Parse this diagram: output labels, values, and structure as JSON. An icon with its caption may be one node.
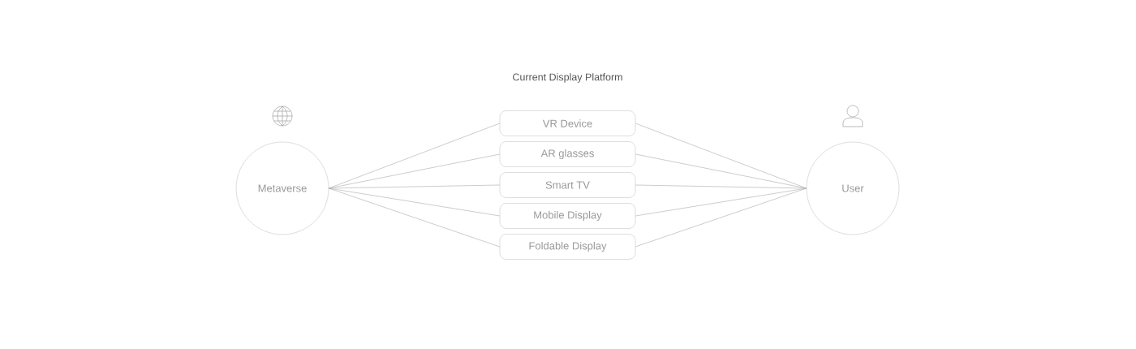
{
  "diagram": {
    "title": "Current Display Platform",
    "nodes": [
      {
        "text": [
          "Metaverse"
        ]
      },
      {
        "text": [
          "VR Device"
        ]
      },
      {
        "text": [
          "AR glasses"
        ]
      },
      {
        "text": [
          "Smart TV"
        ]
      },
      {
        "text": [
          "Mobile Display"
        ]
      },
      {
        "text": [
          "Foldable Display"
        ]
      },
      {
        "text": [
          "User"
        ]
      }
    ],
    "edges": [
      {
        "from": 0,
        "to": 1,
        "arrow": "none"
      },
      {
        "from": 0,
        "to": 2,
        "arrow": "none"
      },
      {
        "from": 0,
        "to": 3,
        "arrow": "none"
      },
      {
        "from": 0,
        "to": 4,
        "arrow": "none"
      },
      {
        "from": 0,
        "to": 5,
        "arrow": "none"
      },
      {
        "from": 1,
        "to": 6,
        "arrow": "none"
      },
      {
        "from": 2,
        "to": 6,
        "arrow": "none"
      },
      {
        "from": 3,
        "to": 6,
        "arrow": "none"
      },
      {
        "from": 4,
        "to": 6,
        "arrow": "none"
      },
      {
        "from": 5,
        "to": 6,
        "arrow": "none"
      }
    ]
  }
}
